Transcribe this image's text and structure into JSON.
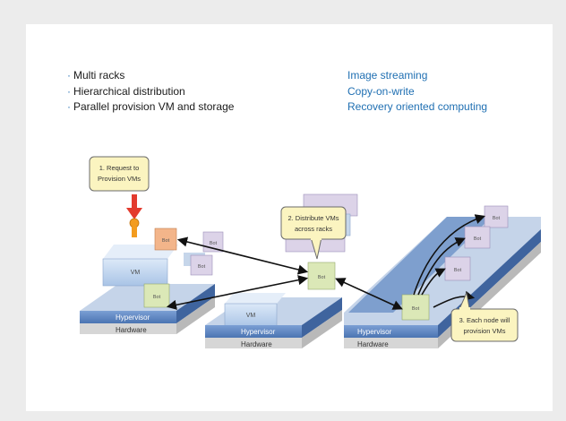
{
  "bullets": [
    "Multi racks",
    "Hierarchical distribution",
    "Parallel provision VM and storage"
  ],
  "features": [
    "Image streaming",
    "Copy-on-write",
    "Recovery oriented computing"
  ],
  "diagram": {
    "callouts": {
      "request": [
        "1. Request to",
        "Provision VMs"
      ],
      "distribute": [
        "2. Distribute VMs",
        "across racks"
      ],
      "provision": [
        "3. Each node will",
        "provision VMs"
      ]
    },
    "layers": {
      "hypervisor": "Hypervisor",
      "hardware": "Hardware"
    },
    "labels": {
      "vm": "VM",
      "bot": "Bot"
    },
    "colors": {
      "hypervisor": "#5b85c0",
      "hardware": "#d6d6d6",
      "bot_green": "#dbe8b7",
      "bot_orange": "#f3b58a",
      "bot_purple": "#dcd3e8",
      "vm_blue": "#bcd3ee",
      "callout": "#fbf4c0",
      "arrow_red": "#e33b2e",
      "text_blue": "#1f6fb2"
    }
  }
}
